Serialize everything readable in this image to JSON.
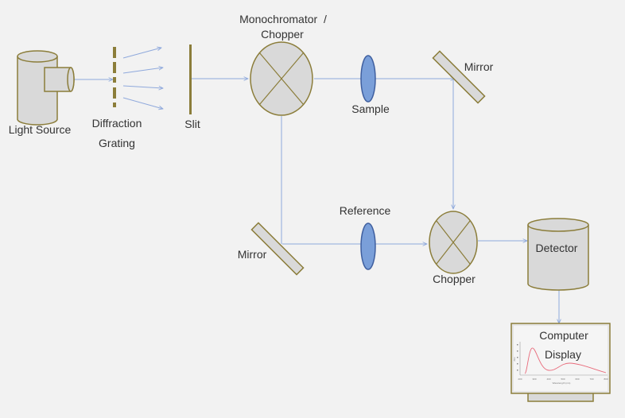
{
  "labels": {
    "light_source": "Light Source",
    "diffraction": "Diffraction",
    "grating": "Grating",
    "slit": "Slit",
    "monochromator_line1": "Monochromator  /",
    "monochromator_line2": "Chopper",
    "sample": "Sample",
    "mirror_top": "Mirror",
    "mirror_bottom": "Mirror",
    "reference": "Reference",
    "chopper": "Chopper",
    "detector": "Detector",
    "computer": "Computer",
    "display": "Display"
  },
  "display_plot": {
    "x_ticks": [
      "200",
      "300",
      "400",
      "500",
      "600",
      "700",
      "800"
    ],
    "x_label": "Wavelength (nm)",
    "y_label": "Abs"
  },
  "colors": {
    "background": "#f2f2f2",
    "component_fill": "#d9d9d9",
    "component_stroke": "#8b7d3a",
    "beam": "#8fa9dc",
    "lens_fill": "#7a9fd9",
    "lens_stroke": "#3f5f9f",
    "grating": "#8b7d3a",
    "spectrum_curve": "#e86a7a"
  }
}
